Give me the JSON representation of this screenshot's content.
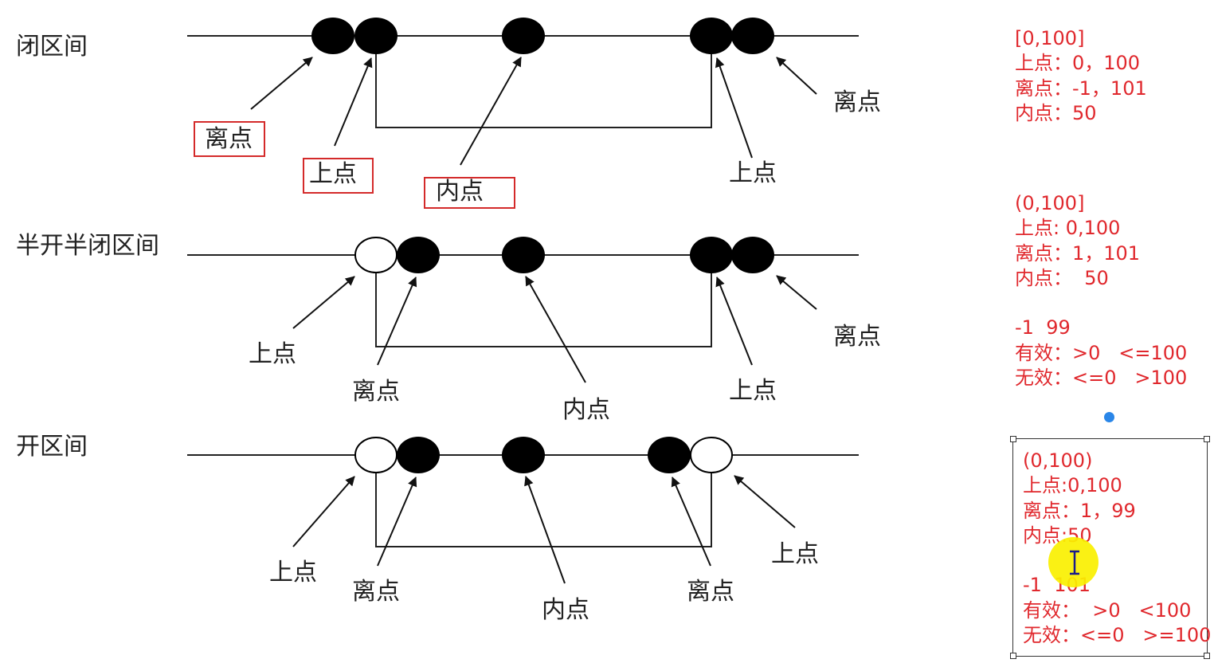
{
  "rows": [
    {
      "title": "闭区间",
      "labels": [
        "离点",
        "上点",
        "内点",
        "上点",
        "离点"
      ]
    },
    {
      "title": "半开半闭区间",
      "labels": [
        "上点",
        "离点",
        "内点",
        "上点",
        "离点"
      ]
    },
    {
      "title": "开区间",
      "labels": [
        "上点",
        "离点",
        "内点",
        "离点",
        "上点"
      ]
    }
  ],
  "notes": [
    [
      "[0,100]",
      "上点：0，100",
      "离点：-1，101",
      "内点：50"
    ],
    [
      "(0,100]",
      "上点: 0,100",
      "离点：1，101",
      "内点：  50",
      "",
      "-1  99",
      "有效：>0   <=100",
      "无效：<=0   >100"
    ],
    [
      "(0,100)",
      "上点:0,100",
      "离点：1，99",
      "内点:50",
      "",
      "-1  101",
      "有效：  >0   <100",
      "无效：<=0   >=100"
    ]
  ],
  "colors": {
    "annotation_red": "#e0282d",
    "box_red": "#d42a2a",
    "selection_handle_blue": "#2a86e8",
    "cursor_highlight": "#faf000"
  },
  "icons": [
    "text-cursor-icon",
    "rotate-handle-icon"
  ]
}
